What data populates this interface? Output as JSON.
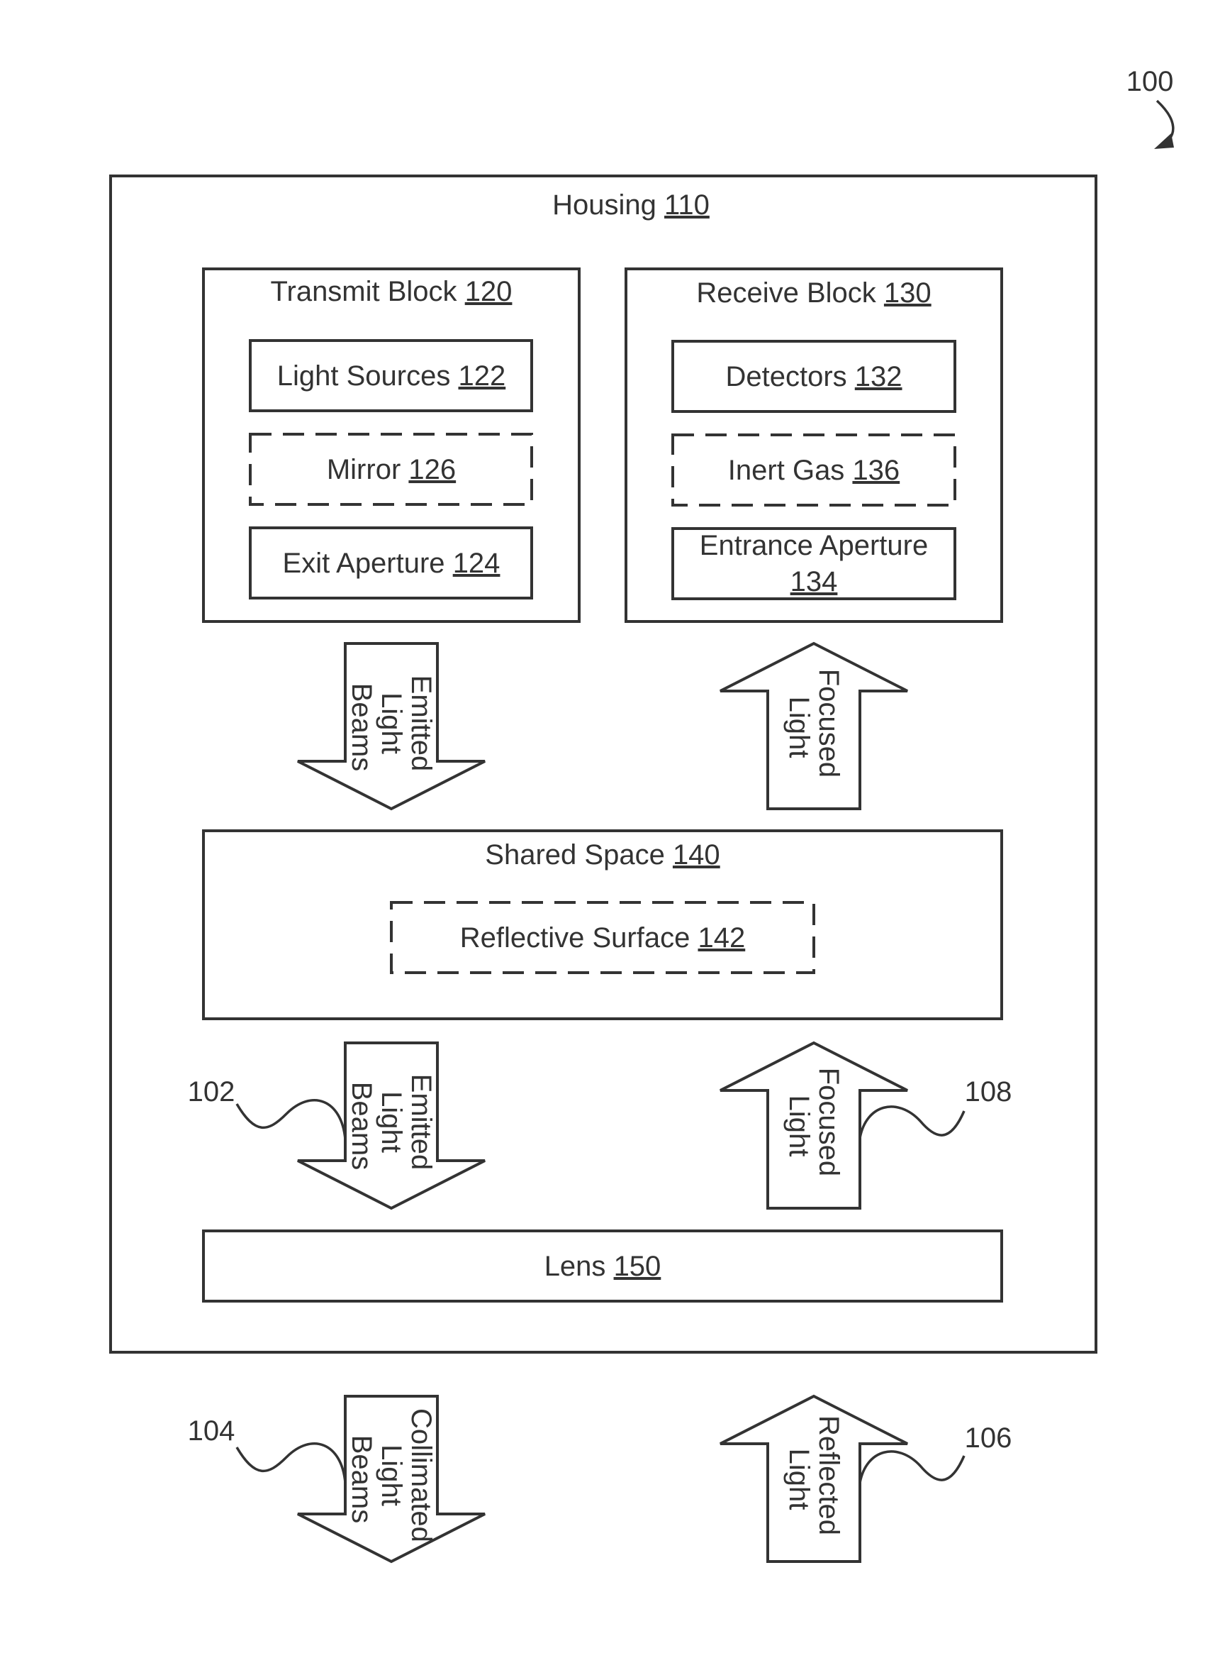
{
  "figure_ref": "100",
  "housing": {
    "label": "Housing",
    "num": "110"
  },
  "transmit_block": {
    "label": "Transmit Block",
    "num": "120",
    "light_sources": {
      "label": "Light Sources",
      "num": "122"
    },
    "mirror": {
      "label": "Mirror",
      "num": "126"
    },
    "exit_aperture": {
      "label": "Exit Aperture",
      "num": "124"
    }
  },
  "receive_block": {
    "label": "Receive Block",
    "num": "130",
    "detectors": {
      "label": "Detectors",
      "num": "132"
    },
    "inert_gas": {
      "label": "Inert Gas",
      "num": "136"
    },
    "entrance_aperture": {
      "label": "Entrance Aperture",
      "num": "134"
    }
  },
  "shared_space": {
    "label": "Shared Space",
    "num": "140",
    "reflective_surface": {
      "label": "Reflective Surface",
      "num": "142"
    }
  },
  "lens": {
    "label": "Lens",
    "num": "150"
  },
  "arrows": {
    "emitted_upper": [
      "Emitted",
      "Light",
      "Beams"
    ],
    "focused_upper": [
      "Focused",
      "Light"
    ],
    "emitted_lower": [
      "Emitted",
      "Light",
      "Beams"
    ],
    "focused_lower": [
      "Focused",
      "Light"
    ],
    "collimated": [
      "Collimated",
      "Light",
      "Beams"
    ],
    "reflected": [
      "Reflected",
      "Light"
    ]
  },
  "refs": {
    "r102": "102",
    "r104": "104",
    "r106": "106",
    "r108": "108"
  }
}
